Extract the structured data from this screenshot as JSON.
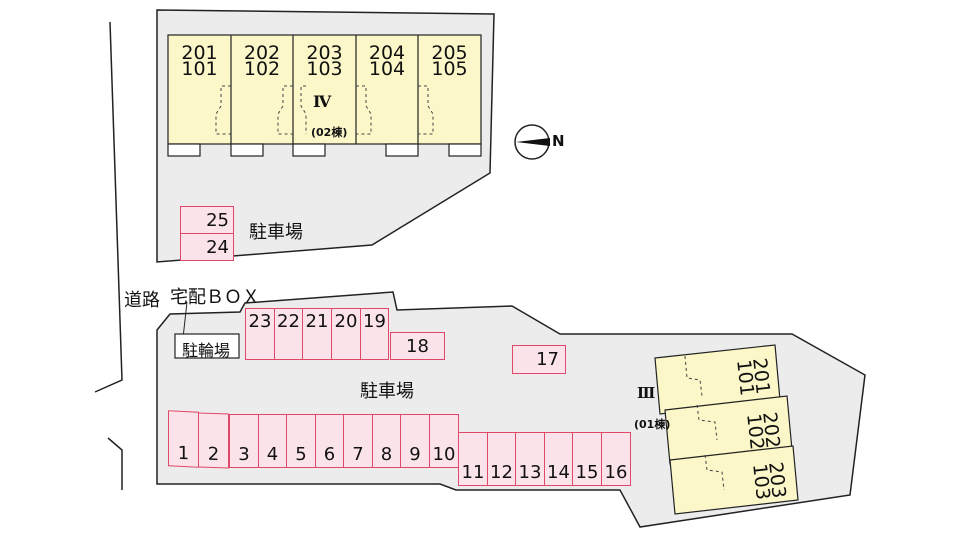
{
  "map": {
    "road_label": "道路",
    "delivery_box_label": "宅配ＢＯＸ",
    "bicycle_parking_label": "駐輪場",
    "parking_label_north": "駐車場",
    "parking_label_south": "駐車場",
    "north_marker": "N",
    "colors": {
      "lot": "#ececec",
      "building": "#fbf7c8",
      "space_fill": "#fbe3ea",
      "space_border": "#e0476a"
    }
  },
  "building_iv": {
    "roman": "Ⅳ",
    "code": "(02棟)",
    "units": [
      {
        "upper": "201",
        "lower": "101"
      },
      {
        "upper": "202",
        "lower": "102"
      },
      {
        "upper": "203",
        "lower": "103"
      },
      {
        "upper": "204",
        "lower": "104"
      },
      {
        "upper": "205",
        "lower": "105"
      }
    ]
  },
  "building_iii": {
    "roman": "Ⅲ",
    "code": "(01棟)",
    "units": [
      {
        "upper": "201",
        "lower": "101"
      },
      {
        "upper": "202",
        "lower": "102"
      },
      {
        "upper": "203",
        "lower": "103"
      }
    ]
  },
  "parking_spaces": {
    "north": [
      "25",
      "24"
    ],
    "top_row": [
      "23",
      "22",
      "21",
      "20",
      "19"
    ],
    "single": [
      "18",
      "17"
    ],
    "bottom_row_a": [
      "1",
      "2",
      "3",
      "4",
      "5",
      "6",
      "7",
      "8",
      "9",
      "10"
    ],
    "bottom_row_b": [
      "11",
      "12",
      "13",
      "14",
      "15",
      "16"
    ]
  }
}
